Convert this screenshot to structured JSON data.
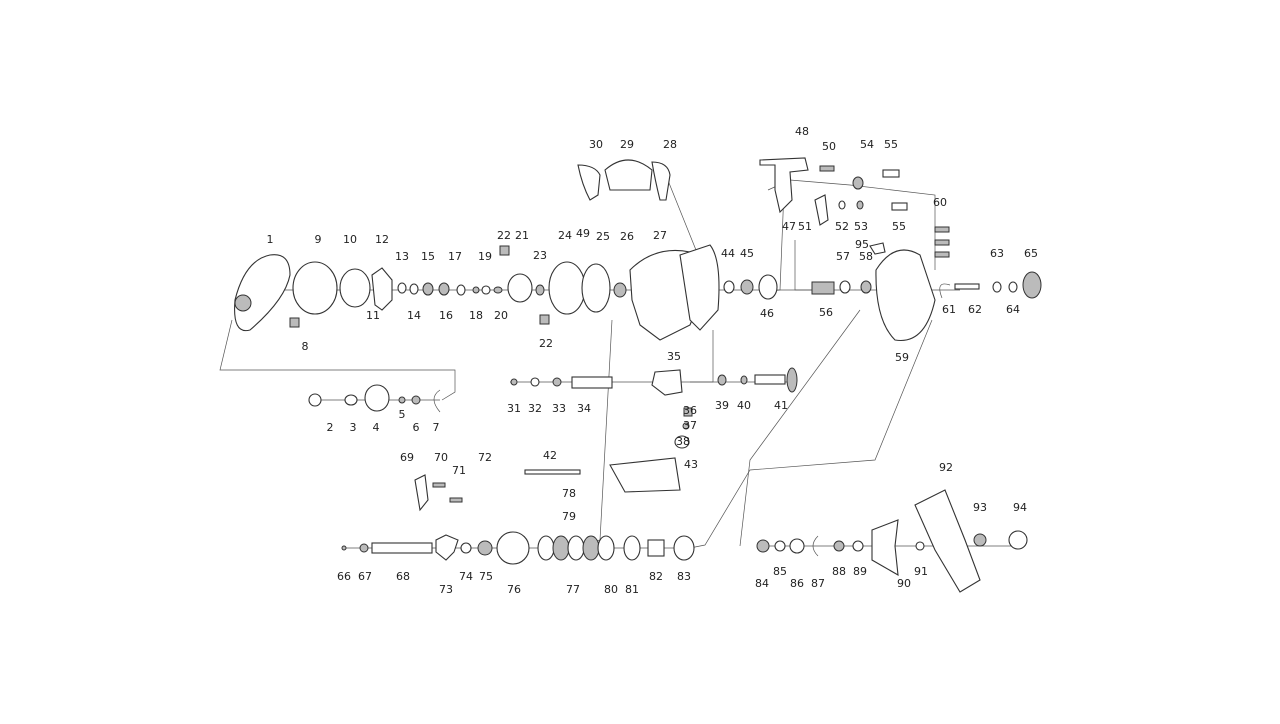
{
  "title": "Baitcasting reel exploded parts diagram",
  "part_labels": [
    "1",
    "9",
    "10",
    "12",
    "13",
    "15",
    "17",
    "19",
    "22",
    "21",
    "23",
    "24",
    "49",
    "25",
    "26",
    "27",
    "44",
    "45",
    "11",
    "14",
    "16",
    "18",
    "20",
    "22",
    "8",
    "46",
    "30",
    "29",
    "28",
    "48",
    "50",
    "54",
    "55",
    "47",
    "51",
    "52",
    "53",
    "55",
    "60",
    "95",
    "57",
    "58",
    "63",
    "65",
    "56",
    "61",
    "62",
    "64",
    "59",
    "35",
    "31",
    "32",
    "33",
    "34",
    "39",
    "40",
    "41",
    "36",
    "37",
    "38",
    "42",
    "43",
    "2",
    "3",
    "4",
    "5",
    "6",
    "7",
    "69",
    "70",
    "71",
    "72",
    "78",
    "79",
    "92",
    "93",
    "94",
    "66",
    "67",
    "68",
    "73",
    "74",
    "75",
    "76",
    "77",
    "80",
    "81",
    "82",
    "83",
    "84",
    "85",
    "86",
    "87",
    "88",
    "89",
    "90",
    "91"
  ]
}
